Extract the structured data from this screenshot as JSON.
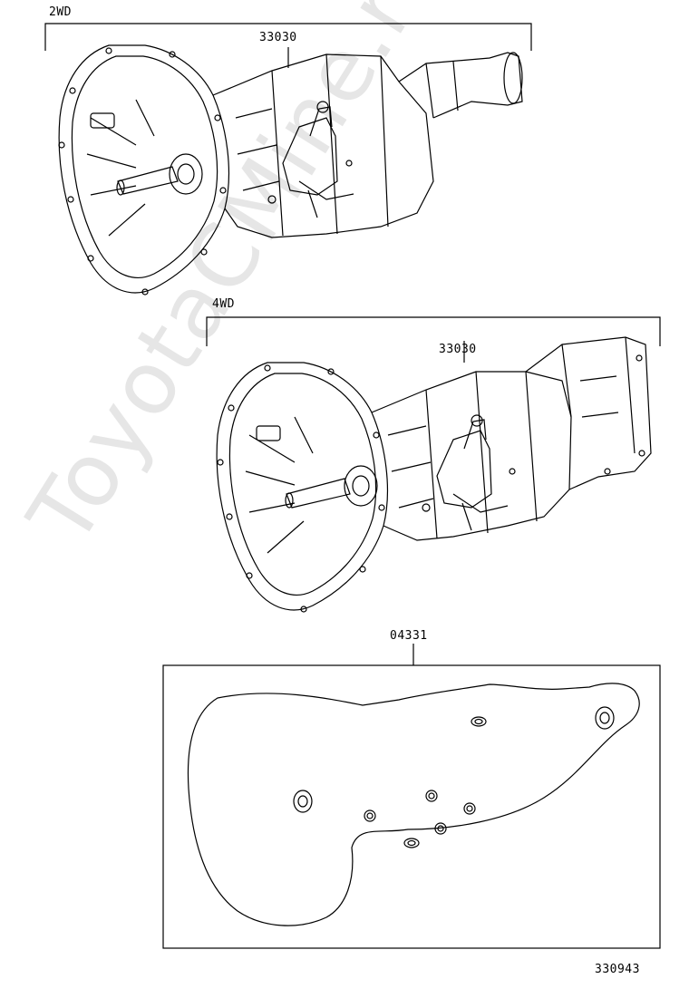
{
  "groups": {
    "two_wd": {
      "title": "2WD",
      "part_number": "33030"
    },
    "four_wd": {
      "title": "4WD",
      "part_number": "33030"
    },
    "gasket_kit": {
      "part_number": "04331"
    }
  },
  "diagram_id": "330943",
  "watermark": "ToyotaCMine.ru"
}
